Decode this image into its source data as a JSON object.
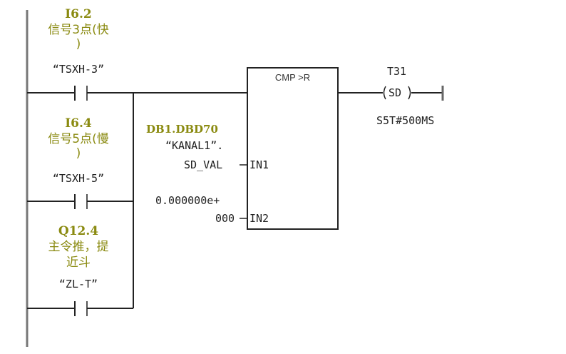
{
  "network": {
    "contacts": [
      {
        "address": "I6.2",
        "comment_line1": "信号3点(快",
        "comment_line2": ")",
        "symbol": "“TSXH-3”"
      },
      {
        "address": "I6.4",
        "comment_line1": "信号5点(慢",
        "comment_line2": ")",
        "symbol": "“TSXH-5”"
      },
      {
        "address": "Q12.4",
        "comment_line1": "主令推，提",
        "comment_line2": "近斗",
        "symbol": "“ZL-T”"
      }
    ],
    "compare_box": {
      "title": "CMP >R",
      "in1": {
        "pin": "IN1",
        "address": "DB1.DBD70",
        "operand_line1": "“KANAL1”.",
        "operand_line2": "SD_VAL"
      },
      "in2": {
        "pin": "IN2",
        "operand_line1": "0.000000e+",
        "operand_line2": "000"
      }
    },
    "timer_coil": {
      "timer": "T31",
      "instruction": "SD",
      "preset": "S5T#500MS"
    }
  }
}
